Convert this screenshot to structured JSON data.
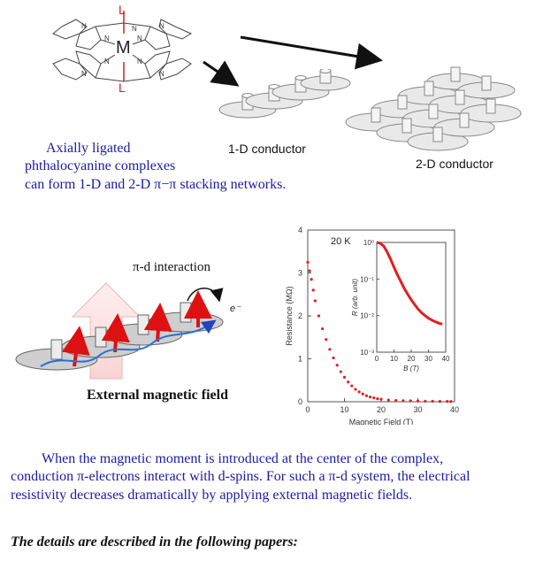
{
  "top": {
    "molecule": {
      "metal": "M",
      "axial_ligand": "L",
      "n_label": "N"
    },
    "caption_line1": "Axially ligated",
    "caption_line2": "phthalocyanine complexes",
    "caption_line3": "can form 1-D and 2-D π−π stacking networks.",
    "label_1d": "1-D conductor",
    "label_2d": "2-D conductor"
  },
  "middle": {
    "pi_d_label": "π-d interaction",
    "electron_label": "e⁻",
    "field_label": "External magnetic field"
  },
  "chart_data": [
    {
      "type": "scatter",
      "title": "",
      "annotation": "20 K",
      "xlabel": "Magnetic Field (T)",
      "ylabel": "Resistance (MΩ)",
      "xlim": [
        0,
        40
      ],
      "ylim": [
        0,
        4
      ],
      "xticks": [
        "0",
        "10",
        "20",
        "30",
        "40"
      ],
      "yticks": [
        "0",
        "1",
        "2",
        "3",
        "4"
      ],
      "color": "#e02020",
      "x": [
        0,
        0.5,
        1,
        1.5,
        2,
        3,
        4,
        5,
        6,
        7,
        8,
        9,
        10,
        11,
        12,
        13,
        14,
        15,
        16,
        17,
        18,
        19,
        20,
        22,
        24,
        26,
        28,
        30,
        32,
        34,
        36,
        38,
        39
      ],
      "y": [
        3.25,
        3.05,
        2.85,
        2.6,
        2.35,
        2.0,
        1.7,
        1.45,
        1.22,
        1.02,
        0.85,
        0.7,
        0.57,
        0.46,
        0.37,
        0.29,
        0.23,
        0.18,
        0.14,
        0.11,
        0.09,
        0.07,
        0.06,
        0.04,
        0.03,
        0.025,
        0.02,
        0.015,
        0.012,
        0.01,
        0.008,
        0.007,
        0.006
      ]
    },
    {
      "type": "line",
      "title": "",
      "xlabel": "B (T)",
      "ylabel": "R (arb. unit)",
      "y_scale": "log",
      "xlim": [
        0,
        40
      ],
      "ylim": [
        0.001,
        1
      ],
      "xticks": [
        "0",
        "10",
        "20",
        "30",
        "40"
      ],
      "yticks": [
        "10⁰",
        "10⁻¹",
        "10⁻²",
        "10⁻³"
      ],
      "color": "#e02020",
      "x": [
        0,
        2,
        4,
        6,
        8,
        10,
        12,
        14,
        16,
        18,
        20,
        22,
        24,
        26,
        28,
        30,
        32,
        34,
        36,
        38
      ],
      "y": [
        1.0,
        0.95,
        0.8,
        0.55,
        0.35,
        0.21,
        0.13,
        0.085,
        0.055,
        0.038,
        0.027,
        0.02,
        0.015,
        0.012,
        0.01,
        0.0085,
        0.0075,
        0.0068,
        0.0062,
        0.0058
      ]
    }
  ],
  "bottom": {
    "para_line1": "When the  magnetic moment is introduced at the center of the complex,",
    "para_line2": "conduction π-electrons interact with d-spins.  For such a π-d system, the electrical",
    "para_line3": "resistivity decreases dramatically by applying external magnetic fields.",
    "details": "The details are described in the following papers:"
  },
  "colors": {
    "caption_blue": "#1a1aa6",
    "ligand_red": "#d02020",
    "data_red": "#e02020"
  }
}
